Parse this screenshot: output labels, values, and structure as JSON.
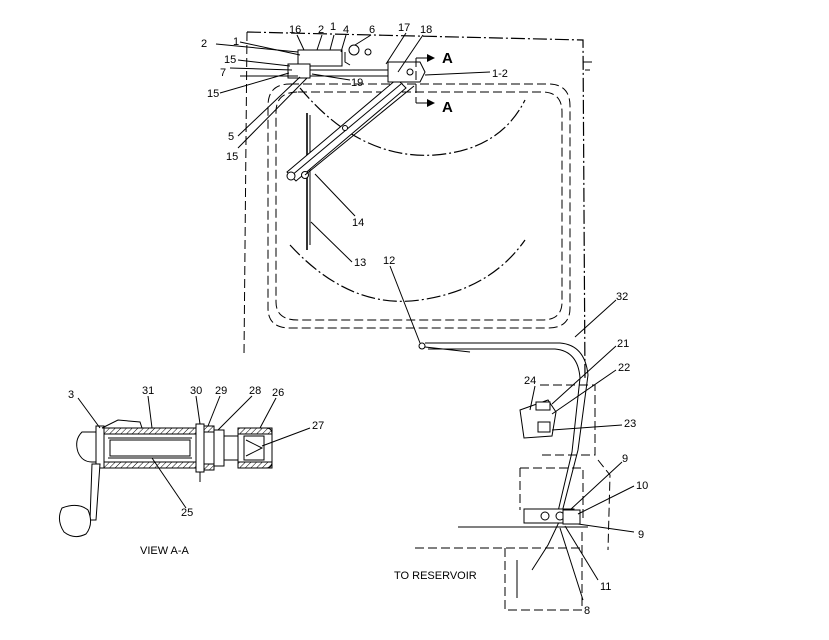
{
  "diagram": {
    "callouts": {
      "c1_a": "1",
      "c2_a": "2",
      "c2_b": "2",
      "c3": "3",
      "c4": "4",
      "c5": "5",
      "c6": "6",
      "c7": "7",
      "c8": "8",
      "c9_a": "9",
      "c9_b": "9",
      "c10": "10",
      "c11": "11",
      "c12": "12",
      "c13": "13",
      "c14": "14",
      "c15_a": "15",
      "c15_b": "15",
      "c15_c": "15",
      "c16": "16",
      "c17": "17",
      "c18": "18",
      "c19": "19",
      "c1_2": "1-2",
      "c21": "21",
      "c22": "22",
      "c23": "23",
      "c24": "24",
      "c25": "25",
      "c26": "26",
      "c27": "27",
      "c28": "28",
      "c29": "29",
      "c30": "30",
      "c31": "31",
      "c32": "32"
    },
    "section_mark_top": "A",
    "section_mark_bottom": "A",
    "view_caption": "VIEW A-A",
    "reservoir_caption": "TO RESERVOIR"
  }
}
